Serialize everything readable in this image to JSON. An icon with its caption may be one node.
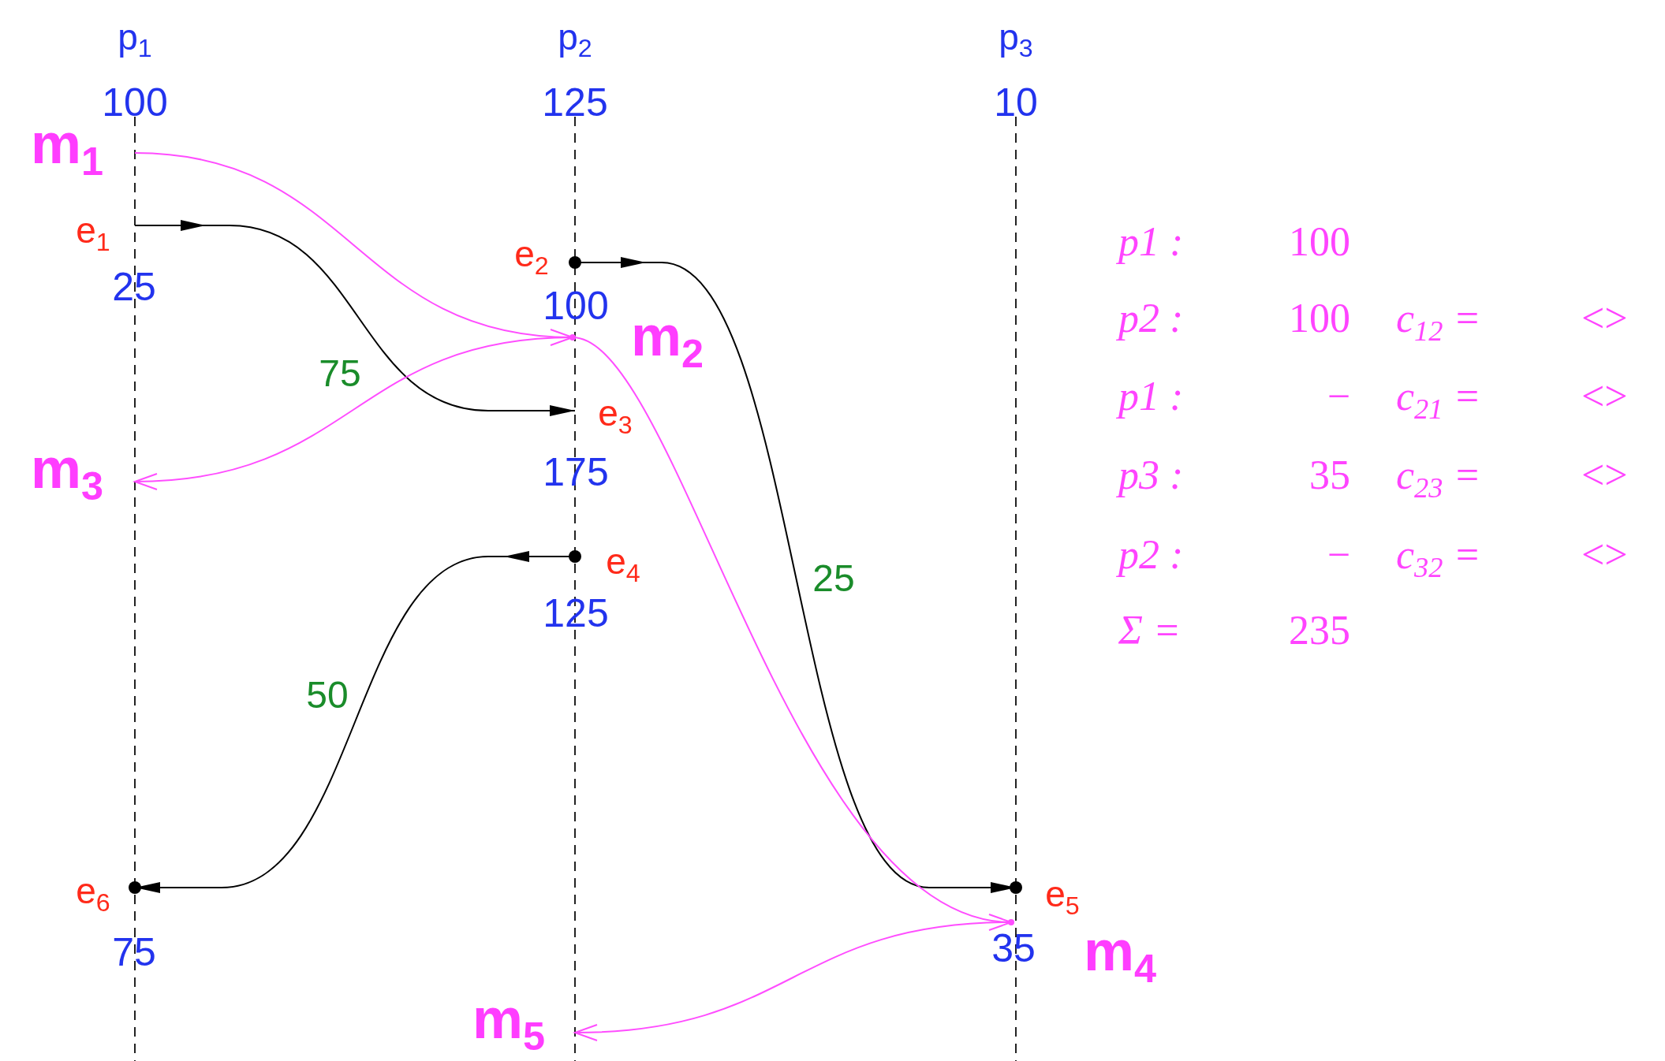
{
  "diagram": {
    "nodes": [
      {
        "text": [
          "p$_{1}$",
          "100"
        ]
      },
      {
        "text": [
          "p$_{2}$",
          "125"
        ]
      },
      {
        "text": [
          "p$_{3}$",
          "10"
        ]
      },
      {
        "text": [
          "m$_{1}$"
        ]
      },
      {
        "text": [
          "e$_{1}$"
        ],
        "beside": [
          "25"
        ]
      },
      {
        "text": [
          "e$_{2}$"
        ],
        "beside": [
          "100"
        ]
      },
      {
        "text": [
          "m$_{2}$"
        ]
      },
      {
        "text": [
          "e$_{3}$"
        ],
        "beside": [
          "175"
        ]
      },
      {
        "text": [
          "m$_{3}$"
        ]
      },
      {
        "text": [
          "e$_{4}$"
        ],
        "beside": [
          "125"
        ]
      },
      {
        "text": [
          "e$_{5}$"
        ],
        "beside": [
          "35"
        ]
      },
      {
        "text": [
          "e$_{6}$"
        ],
        "beside": [
          "75"
        ]
      },
      {
        "text": [
          "m$_{4}$"
        ]
      },
      {
        "text": [
          "m$_{5}$"
        ]
      }
    ],
    "edges": [
      {
        "from": 4,
        "to": 7,
        "arrow": "to",
        "label": "75",
        "color": "#000000"
      },
      {
        "from": 5,
        "to": 10,
        "arrow": "to",
        "label": "25",
        "color": "#000000"
      },
      {
        "from": 9,
        "to": 11,
        "arrow": "to",
        "label": "50",
        "color": "#000000"
      },
      {
        "from": 3,
        "to": 6,
        "arrow": "to",
        "color": "#ff4dff"
      },
      {
        "from": 6,
        "to": 8,
        "arrow": "to",
        "color": "#ff4dff"
      },
      {
        "from": 6,
        "to": 12,
        "arrow": "to",
        "color": "#ff4dff"
      },
      {
        "from": 12,
        "to": 13,
        "arrow": "to",
        "color": "#ff4dff"
      }
    ],
    "labels": [
      "p1 :",
      "100",
      "p2 :",
      "100",
      "c$_{12}$ =",
      "<>",
      "p1 :",
      "−",
      "c$_{21}$ =",
      "<>",
      "p3 :",
      "35",
      "c$_{23}$ =",
      "<>",
      "p2 :",
      "−",
      "c$_{32}$ =",
      "<>",
      "Σ =",
      "235"
    ]
  }
}
